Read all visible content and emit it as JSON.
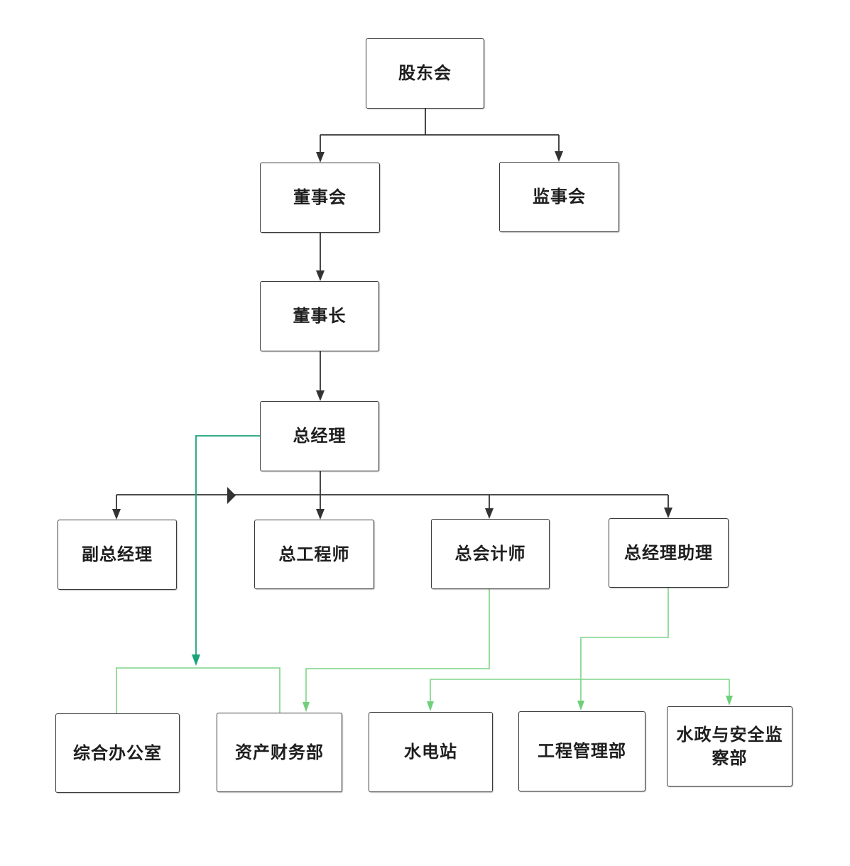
{
  "nodes": {
    "shareholders": "股东会",
    "board": "董事会",
    "supervisors": "监事会",
    "chairman": "董事长",
    "general_manager": "总经理",
    "deputy_gm": "副总经理",
    "chief_engineer": "总工程师",
    "chief_accountant": "总会计师",
    "gm_assistant": "总经理助理",
    "general_office": "综合办公室",
    "asset_finance": "资产财务部",
    "hydropower_station": "水电站",
    "engineering_mgmt": "工程管理部",
    "water_safety": "水政与安全监察部"
  },
  "colors": {
    "node_border": "#3a3a3a",
    "primary_line": "#333333",
    "green_line": "#6fcf7a",
    "teal_line": "#1aa37a"
  }
}
